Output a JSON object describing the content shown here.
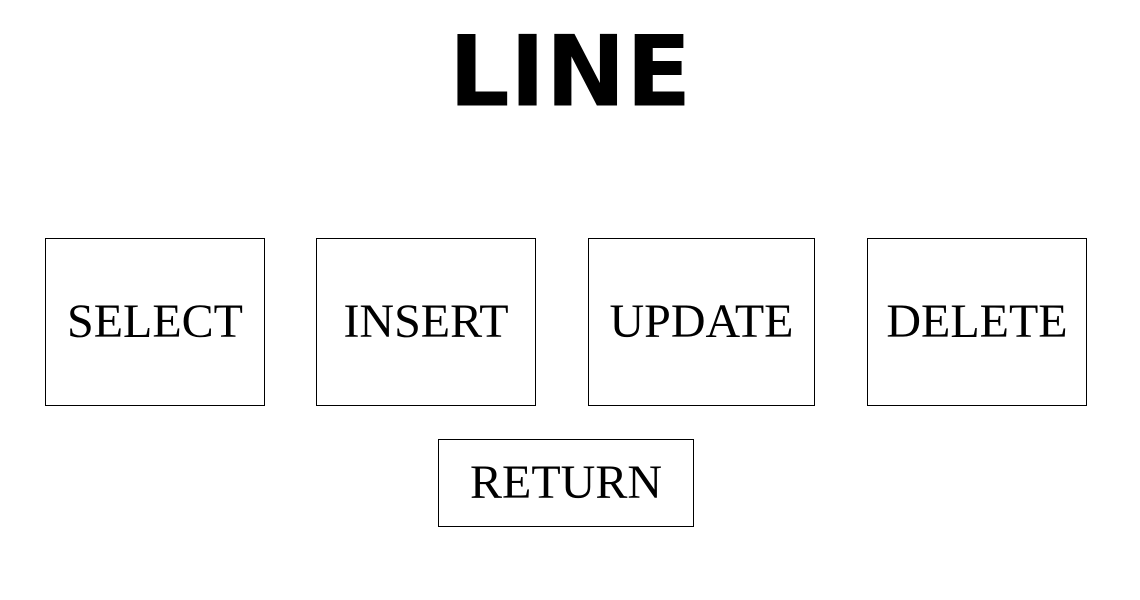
{
  "header": {
    "title": "LINE"
  },
  "actions": {
    "select_label": "SELECT",
    "insert_label": "INSERT",
    "update_label": "UPDATE",
    "delete_label": "DELETE"
  },
  "navigation": {
    "return_label": "RETURN"
  },
  "colors": {
    "background": "#ffffff",
    "text": "#000000",
    "border": "#000000"
  }
}
